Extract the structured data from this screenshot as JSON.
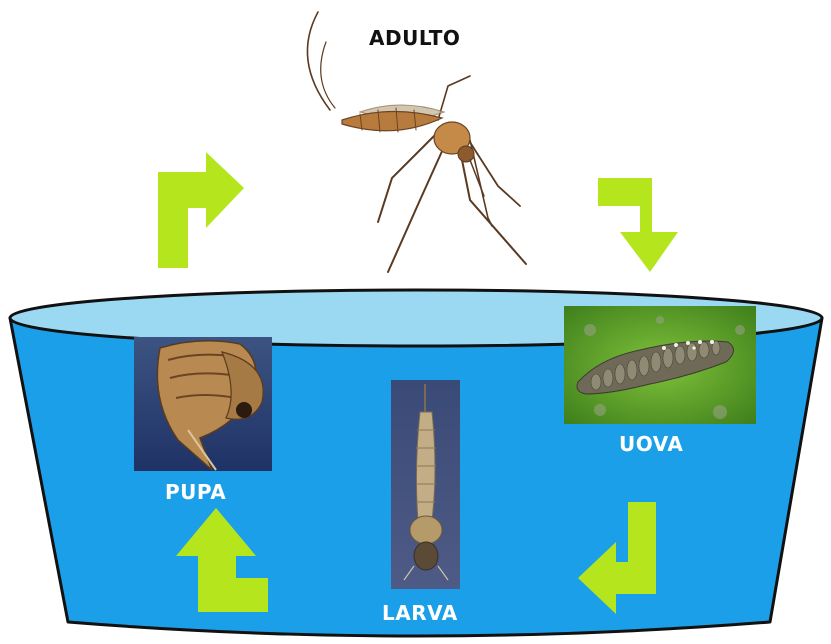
{
  "stages": {
    "adult": "ADULTO",
    "eggs": "UOVA",
    "larva": "LARVA",
    "pupa": "PUPA"
  },
  "colors": {
    "arrow": "#b5e61d",
    "water": "#1c9fe9",
    "water_surface": "#9bd9f2",
    "outline": "#111111",
    "label_adult": "#111111",
    "label_stage": "#ffffff"
  },
  "icons": {
    "adult": "mosquito-adult-photo",
    "eggs": "egg-raft-photo",
    "larva": "larva-photo",
    "pupa": "pupa-photo"
  }
}
